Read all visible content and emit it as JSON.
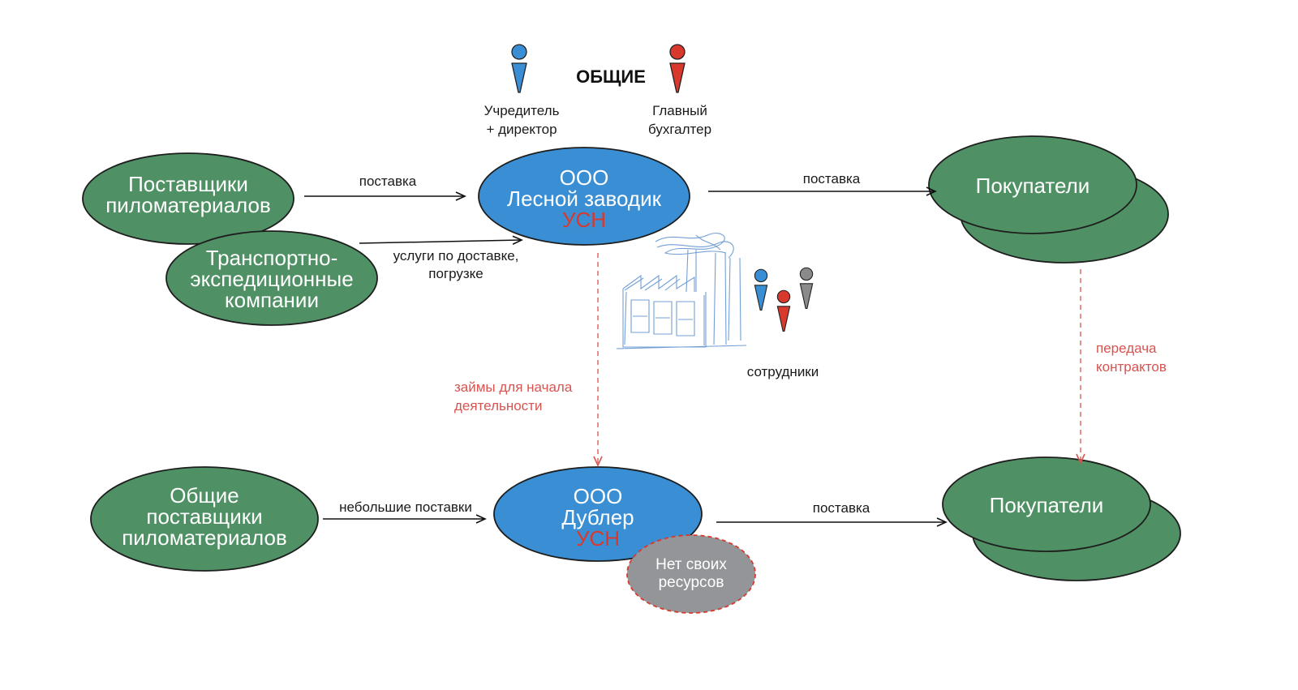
{
  "common": {
    "title": "ОБЩИЕ",
    "founder_line1": "Учредитель",
    "founder_line2": "+ директор",
    "accountant_line1": "Главный",
    "accountant_line2": "бухгалтер"
  },
  "nodes": {
    "suppliers_top": [
      "Поставщики",
      "пиломатериалов"
    ],
    "transport": [
      "Транспортно-",
      "экспедиционные",
      "компании"
    ],
    "company_main": {
      "line1": "ООО",
      "line2": "Лесной заводик",
      "tax": "УСН"
    },
    "buyers_top": [
      "Покупатели"
    ],
    "suppliers_bottom": [
      "Общие",
      "поставщики",
      "пиломатериалов"
    ],
    "company_double": {
      "line1": "ООО",
      "line2": "Дублер",
      "tax": "УСН"
    },
    "no_resources": [
      "Нет своих",
      "ресурсов"
    ],
    "buyers_bottom": [
      "Покупатели"
    ]
  },
  "edges": {
    "supply_top_left": "поставка",
    "transport_services": [
      "услуги по доставке,",
      "погрузке"
    ],
    "supply_top_right": "поставка",
    "loans": [
      "займы для начала",
      "деятельности"
    ],
    "contracts_transfer": [
      "передача",
      "контрактов"
    ],
    "small_supplies": "небольшие поставки",
    "supply_bottom_right": "поставка"
  },
  "employees_label": "сотрудники",
  "colors": {
    "green": "#4f9164",
    "blue": "#3a8fd4",
    "gray": "#939598",
    "red_dashed": "#d9534f",
    "person_blue": "#3a8fd4",
    "person_red": "#d9382c",
    "person_gray": "#8a8a8a"
  },
  "icons": [
    "person-blue-icon",
    "person-red-icon",
    "person-gray-icon",
    "factory-sketch-icon"
  ]
}
